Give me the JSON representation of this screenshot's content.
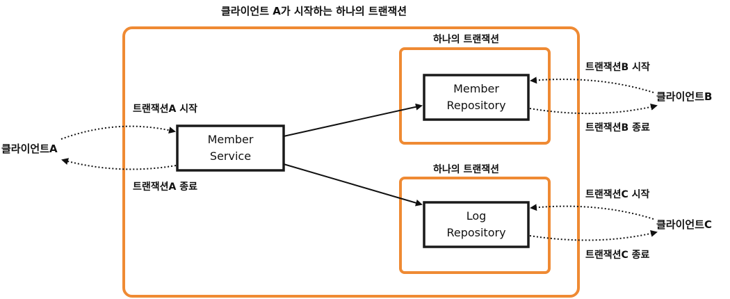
{
  "title": "클라이언트 A가 시작하는 하나의 트랜잭션",
  "groups": {
    "top_label": "하나의 트랜잭션",
    "bottom_label": "하나의 트랜잭션"
  },
  "nodes": {
    "member_service": {
      "line1": "Member",
      "line2": "Service"
    },
    "member_repository": {
      "line1": "Member",
      "line2": "Repository"
    },
    "log_repository": {
      "line1": "Log",
      "line2": "Repository"
    }
  },
  "clients": {
    "a": "클라이언트A",
    "b": "클라이언트B",
    "c": "클라이언트C"
  },
  "labels": {
    "a_start": "트랜잭션A 시작",
    "a_end": "트랜잭션A 종료",
    "b_start": "트랜잭션B 시작",
    "b_end": "트랜잭션B 종료",
    "c_start": "트랜잭션C 시작",
    "c_end": "트랜잭션C 종료"
  },
  "colors": {
    "group_border": "#ef8a33",
    "box_border": "#1a1a1a",
    "line": "#111111"
  }
}
